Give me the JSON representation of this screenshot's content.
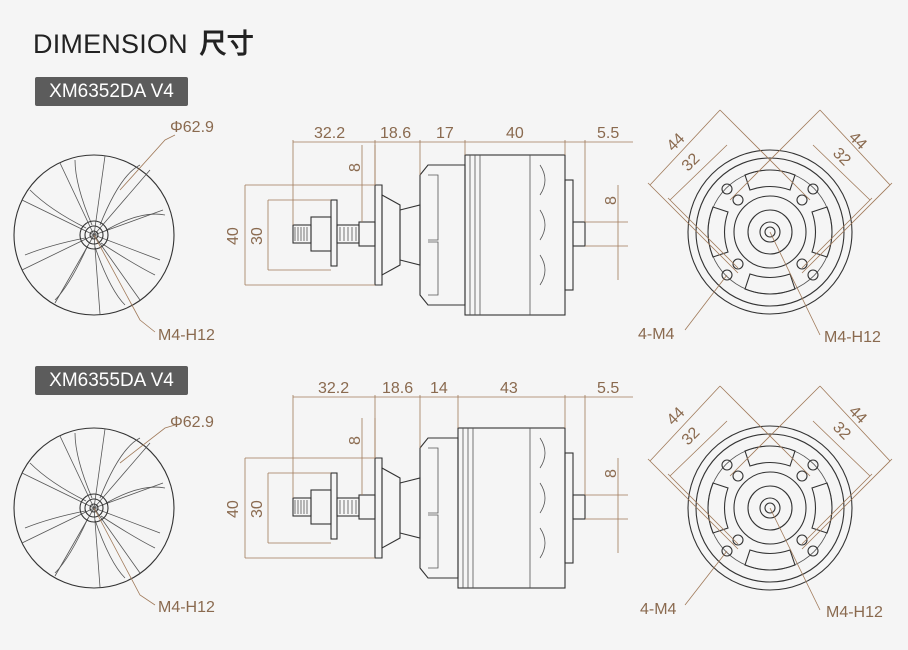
{
  "header": {
    "title": "DIMENSION",
    "title_cn": "尺寸"
  },
  "models": [
    {
      "name": "XM6352DA V4",
      "prop_diameter": "Φ62.9",
      "prop_hole": "M4-H12",
      "side_dims": [
        "32.2",
        "18.6",
        "17",
        "40",
        "5.5"
      ],
      "height_dims": [
        "40",
        "30",
        "8"
      ],
      "shaft_dim": "8",
      "front_dims": [
        "44",
        "32",
        "44",
        "32"
      ],
      "mount_holes": "4-M4",
      "center_hole": "M4-H12"
    },
    {
      "name": "XM6355DA V4",
      "prop_diameter": "Φ62.9",
      "prop_hole": "M4-H12",
      "side_dims": [
        "32.2",
        "18.6",
        "14",
        "43",
        "5.5"
      ],
      "height_dims": [
        "40",
        "30",
        "8"
      ],
      "shaft_dim": "8",
      "front_dims": [
        "44",
        "32",
        "44",
        "32"
      ],
      "mount_holes": "4-M4",
      "center_hole": "M4-H12"
    }
  ]
}
